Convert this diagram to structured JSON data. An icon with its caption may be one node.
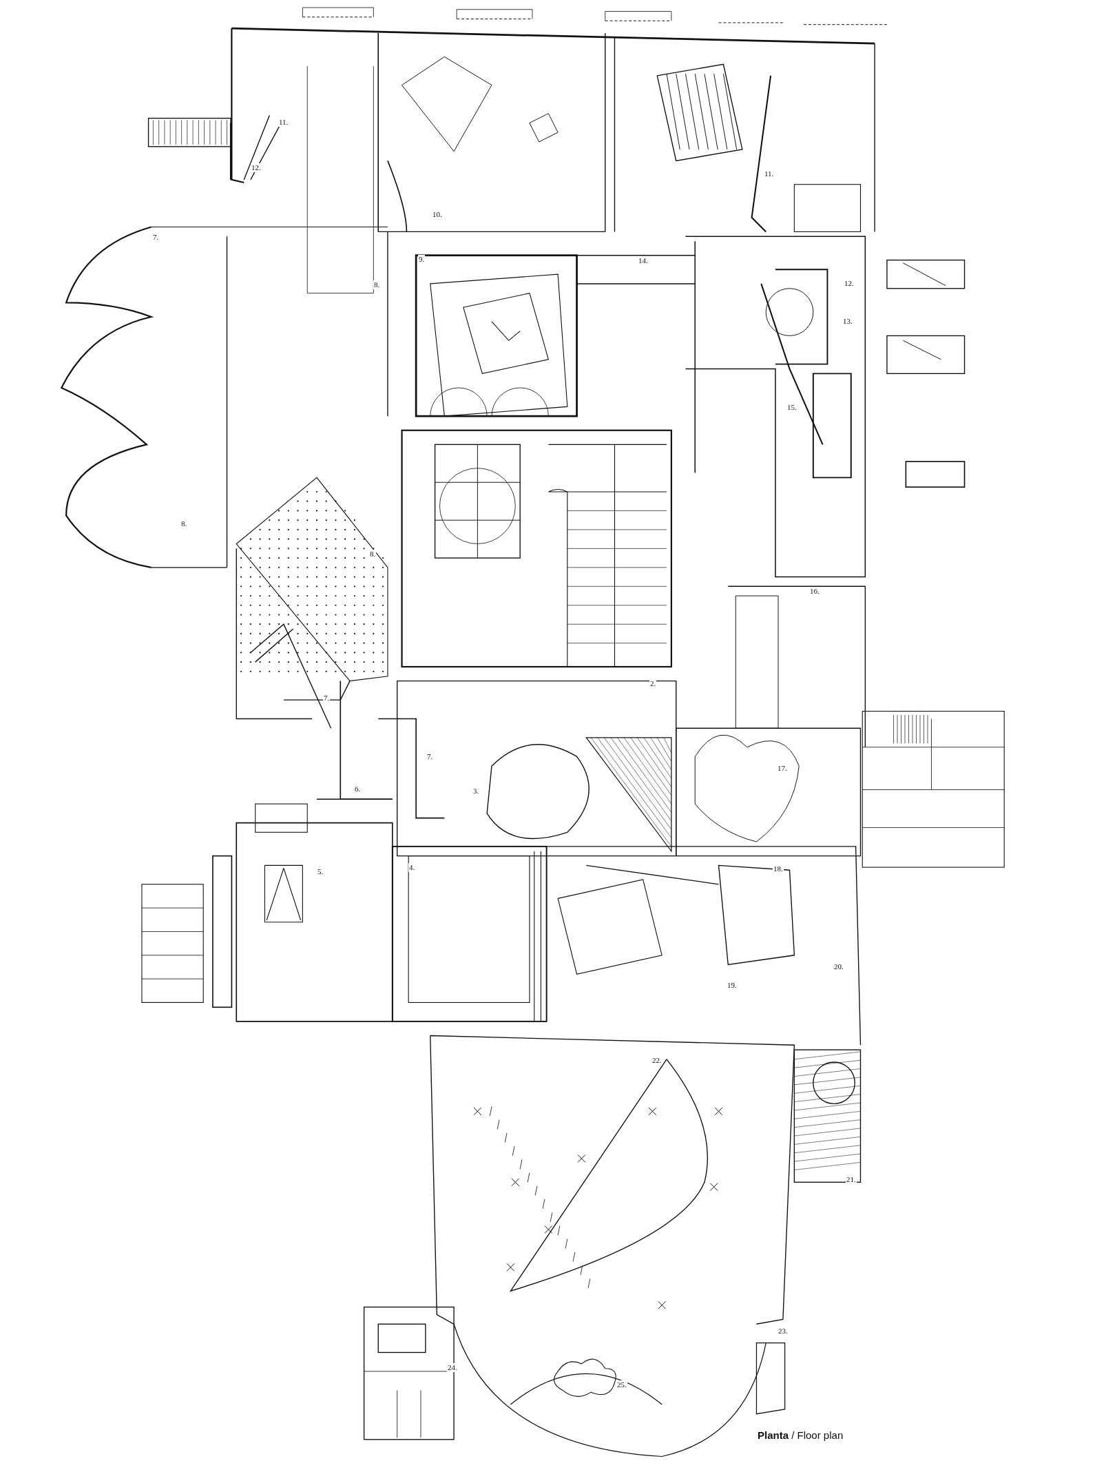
{
  "diagram": {
    "caption": "**Planta** / Floor plan",
    "labels": [
      "11.",
      "12.",
      "11.",
      "10.",
      "7.",
      "9.",
      "14.",
      "12.",
      "8.",
      "13.",
      "15.",
      "8.",
      "8.",
      "16.",
      "2.",
      "7.",
      "7.",
      "17.",
      "6.",
      "3.",
      "4.",
      "18.",
      "5.",
      "20.",
      "19.",
      "22.",
      "21.",
      "23.",
      "24.",
      "25."
    ]
  }
}
